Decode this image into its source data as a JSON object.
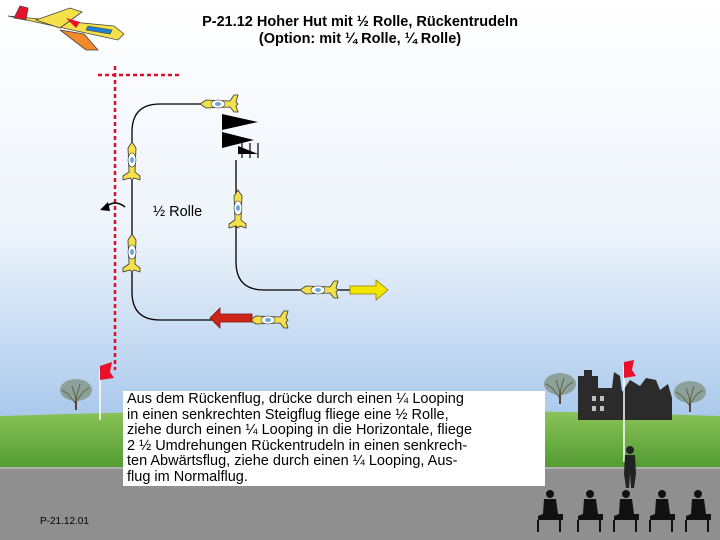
{
  "title": {
    "line1": "P-21.12 Hoher Hut mit ½ Rolle, Rückentrudeln",
    "line2": "(Option: mit ¼ Rolle, ¼ Rolle)"
  },
  "maneuver_label": "½ Rolle",
  "description": {
    "lines": [
      "Aus dem Rückenflug, drücke durch einen ¼  Looping",
      "in einen senkrechten Steigflug fliege eine ½ Rolle,",
      "ziehe durch einen ¼ Looping in die Horizontale, fliege",
      "2 ½ Umdrehungen Rückentrudeln in einen senkrech-",
      "ten Abwärtsflug, ziehe durch einen ¼ Looping, Aus-",
      "flug im Normalflug."
    ]
  },
  "footer_code": "P-21.12.01",
  "colors": {
    "sky_top": "#ffffff",
    "sky_bottom": "#a9c8ec",
    "grass": "#5fa83a",
    "runway": "#8f8f8f",
    "box_line": "#d8102a",
    "flag": "#e8102a",
    "arrow_exit": "#f2e600",
    "arrow_entry": "#d0251b",
    "plane_yellow": "#f4e04a"
  },
  "icons": [
    "plane-icon",
    "spin-flag-icon",
    "roll-arrow-icon",
    "judges-icon",
    "pilot-icon",
    "tree-icon",
    "castle-icon",
    "windsock-flag-icon"
  ]
}
